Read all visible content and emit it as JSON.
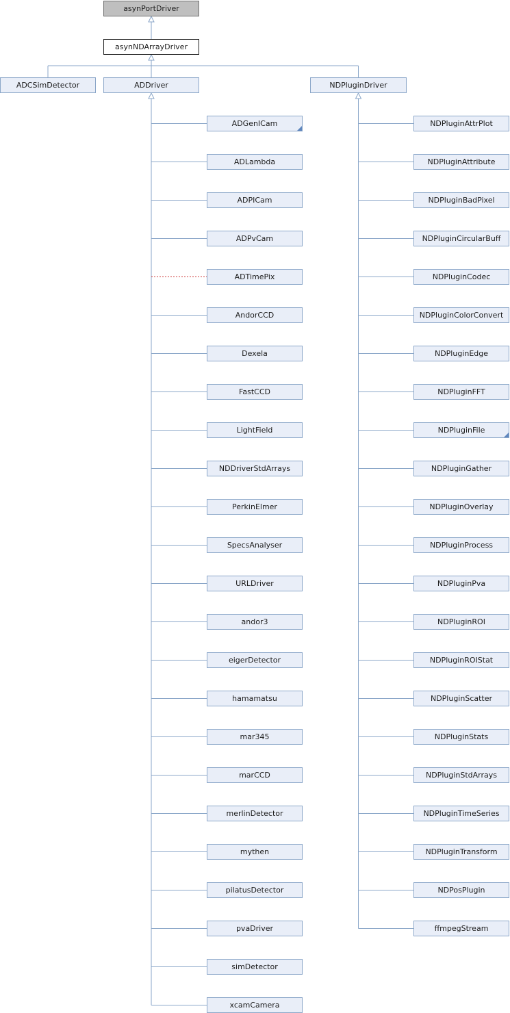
{
  "diagram": {
    "title": "",
    "colors": {
      "edge": "#8aa6c8",
      "dashed_edge": "#cc3333"
    },
    "nodes": [
      {
        "id": "asynPortDriver",
        "label": "asynPortDriver",
        "style": "root"
      },
      {
        "id": "asynNDArrayDriver",
        "label": "asynNDArrayDriver",
        "style": "self"
      },
      {
        "id": "ADCSimDetector",
        "label": "ADCSimDetector",
        "style": "normal"
      },
      {
        "id": "ADDriver",
        "label": "ADDriver",
        "style": "normal"
      },
      {
        "id": "NDPluginDriver",
        "label": "NDPluginDriver",
        "style": "normal"
      },
      {
        "id": "ADGenICam",
        "label": "ADGenICam",
        "style": "normal",
        "has_more": true
      },
      {
        "id": "ADLambda",
        "label": "ADLambda",
        "style": "normal"
      },
      {
        "id": "ADPICam",
        "label": "ADPICam",
        "style": "normal"
      },
      {
        "id": "ADPvCam",
        "label": "ADPvCam",
        "style": "normal"
      },
      {
        "id": "ADTimePix",
        "label": "ADTimePix",
        "style": "normal"
      },
      {
        "id": "AndorCCD",
        "label": "AndorCCD",
        "style": "normal"
      },
      {
        "id": "Dexela",
        "label": "Dexela",
        "style": "normal"
      },
      {
        "id": "FastCCD",
        "label": "FastCCD",
        "style": "normal"
      },
      {
        "id": "LightField",
        "label": "LightField",
        "style": "normal"
      },
      {
        "id": "NDDriverStdArrays",
        "label": "NDDriverStdArrays",
        "style": "normal"
      },
      {
        "id": "PerkinElmer",
        "label": "PerkinElmer",
        "style": "normal"
      },
      {
        "id": "SpecsAnalyser",
        "label": "SpecsAnalyser",
        "style": "normal"
      },
      {
        "id": "URLDriver",
        "label": "URLDriver",
        "style": "normal"
      },
      {
        "id": "andor3",
        "label": "andor3",
        "style": "normal"
      },
      {
        "id": "eigerDetector",
        "label": "eigerDetector",
        "style": "normal"
      },
      {
        "id": "hamamatsu",
        "label": "hamamatsu",
        "style": "normal"
      },
      {
        "id": "mar345",
        "label": "mar345",
        "style": "normal"
      },
      {
        "id": "marCCD",
        "label": "marCCD",
        "style": "normal"
      },
      {
        "id": "merlinDetector",
        "label": "merlinDetector",
        "style": "normal"
      },
      {
        "id": "mythen",
        "label": "mythen",
        "style": "normal"
      },
      {
        "id": "pilatusDetector",
        "label": "pilatusDetector",
        "style": "normal"
      },
      {
        "id": "pvaDriver",
        "label": "pvaDriver",
        "style": "normal"
      },
      {
        "id": "simDetector",
        "label": "simDetector",
        "style": "normal"
      },
      {
        "id": "xcamCamera",
        "label": "xcamCamera",
        "style": "normal"
      },
      {
        "id": "NDPluginAttrPlot",
        "label": "NDPluginAttrPlot",
        "style": "normal"
      },
      {
        "id": "NDPluginAttribute",
        "label": "NDPluginAttribute",
        "style": "normal"
      },
      {
        "id": "NDPluginBadPixel",
        "label": "NDPluginBadPixel",
        "style": "normal"
      },
      {
        "id": "NDPluginCircularBuff",
        "label": "NDPluginCircularBuff",
        "style": "normal"
      },
      {
        "id": "NDPluginCodec",
        "label": "NDPluginCodec",
        "style": "normal"
      },
      {
        "id": "NDPluginColorConvert",
        "label": "NDPluginColorConvert",
        "style": "normal"
      },
      {
        "id": "NDPluginEdge",
        "label": "NDPluginEdge",
        "style": "normal"
      },
      {
        "id": "NDPluginFFT",
        "label": "NDPluginFFT",
        "style": "normal"
      },
      {
        "id": "NDPluginFile",
        "label": "NDPluginFile",
        "style": "normal",
        "has_more": true
      },
      {
        "id": "NDPluginGather",
        "label": "NDPluginGather",
        "style": "normal"
      },
      {
        "id": "NDPluginOverlay",
        "label": "NDPluginOverlay",
        "style": "normal"
      },
      {
        "id": "NDPluginProcess",
        "label": "NDPluginProcess",
        "style": "normal"
      },
      {
        "id": "NDPluginPva",
        "label": "NDPluginPva",
        "style": "normal"
      },
      {
        "id": "NDPluginROI",
        "label": "NDPluginROI",
        "style": "normal"
      },
      {
        "id": "NDPluginROIStat",
        "label": "NDPluginROIStat",
        "style": "normal"
      },
      {
        "id": "NDPluginScatter",
        "label": "NDPluginScatter",
        "style": "normal"
      },
      {
        "id": "NDPluginStats",
        "label": "NDPluginStats",
        "style": "normal"
      },
      {
        "id": "NDPluginStdArrays",
        "label": "NDPluginStdArrays",
        "style": "normal"
      },
      {
        "id": "NDPluginTimeSeries",
        "label": "NDPluginTimeSeries",
        "style": "normal"
      },
      {
        "id": "NDPluginTransform",
        "label": "NDPluginTransform",
        "style": "normal"
      },
      {
        "id": "NDPosPlugin",
        "label": "NDPosPlugin",
        "style": "normal"
      },
      {
        "id": "ffmpegStream",
        "label": "ffmpegStream",
        "style": "normal"
      }
    ],
    "edges": [
      {
        "from": "asynNDArrayDriver",
        "to": "asynPortDriver",
        "dashed": false
      },
      {
        "from": "ADCSimDetector",
        "to": "asynNDArrayDriver",
        "dashed": false
      },
      {
        "from": "ADDriver",
        "to": "asynNDArrayDriver",
        "dashed": false
      },
      {
        "from": "NDPluginDriver",
        "to": "asynNDArrayDriver",
        "dashed": false
      },
      {
        "from": "ADGenICam",
        "to": "ADDriver",
        "dashed": false
      },
      {
        "from": "ADLambda",
        "to": "ADDriver",
        "dashed": false
      },
      {
        "from": "ADPICam",
        "to": "ADDriver",
        "dashed": false
      },
      {
        "from": "ADPvCam",
        "to": "ADDriver",
        "dashed": false
      },
      {
        "from": "ADTimePix",
        "to": "ADDriver",
        "dashed": true
      },
      {
        "from": "AndorCCD",
        "to": "ADDriver",
        "dashed": false
      },
      {
        "from": "Dexela",
        "to": "ADDriver",
        "dashed": false
      },
      {
        "from": "FastCCD",
        "to": "ADDriver",
        "dashed": false
      },
      {
        "from": "LightField",
        "to": "ADDriver",
        "dashed": false
      },
      {
        "from": "NDDriverStdArrays",
        "to": "ADDriver",
        "dashed": false
      },
      {
        "from": "PerkinElmer",
        "to": "ADDriver",
        "dashed": false
      },
      {
        "from": "SpecsAnalyser",
        "to": "ADDriver",
        "dashed": false
      },
      {
        "from": "URLDriver",
        "to": "ADDriver",
        "dashed": false
      },
      {
        "from": "andor3",
        "to": "ADDriver",
        "dashed": false
      },
      {
        "from": "eigerDetector",
        "to": "ADDriver",
        "dashed": false
      },
      {
        "from": "hamamatsu",
        "to": "ADDriver",
        "dashed": false
      },
      {
        "from": "mar345",
        "to": "ADDriver",
        "dashed": false
      },
      {
        "from": "marCCD",
        "to": "ADDriver",
        "dashed": false
      },
      {
        "from": "merlinDetector",
        "to": "ADDriver",
        "dashed": false
      },
      {
        "from": "mythen",
        "to": "ADDriver",
        "dashed": false
      },
      {
        "from": "pilatusDetector",
        "to": "ADDriver",
        "dashed": false
      },
      {
        "from": "pvaDriver",
        "to": "ADDriver",
        "dashed": false
      },
      {
        "from": "simDetector",
        "to": "ADDriver",
        "dashed": false
      },
      {
        "from": "xcamCamera",
        "to": "ADDriver",
        "dashed": false
      },
      {
        "from": "NDPluginAttrPlot",
        "to": "NDPluginDriver",
        "dashed": false
      },
      {
        "from": "NDPluginAttribute",
        "to": "NDPluginDriver",
        "dashed": false
      },
      {
        "from": "NDPluginBadPixel",
        "to": "NDPluginDriver",
        "dashed": false
      },
      {
        "from": "NDPluginCircularBuff",
        "to": "NDPluginDriver",
        "dashed": false
      },
      {
        "from": "NDPluginCodec",
        "to": "NDPluginDriver",
        "dashed": false
      },
      {
        "from": "NDPluginColorConvert",
        "to": "NDPluginDriver",
        "dashed": false
      },
      {
        "from": "NDPluginEdge",
        "to": "NDPluginDriver",
        "dashed": false
      },
      {
        "from": "NDPluginFFT",
        "to": "NDPluginDriver",
        "dashed": false
      },
      {
        "from": "NDPluginFile",
        "to": "NDPluginDriver",
        "dashed": false
      },
      {
        "from": "NDPluginGather",
        "to": "NDPluginDriver",
        "dashed": false
      },
      {
        "from": "NDPluginOverlay",
        "to": "NDPluginDriver",
        "dashed": false
      },
      {
        "from": "NDPluginProcess",
        "to": "NDPluginDriver",
        "dashed": false
      },
      {
        "from": "NDPluginPva",
        "to": "NDPluginDriver",
        "dashed": false
      },
      {
        "from": "NDPluginROI",
        "to": "NDPluginDriver",
        "dashed": false
      },
      {
        "from": "NDPluginROIStat",
        "to": "NDPluginDriver",
        "dashed": false
      },
      {
        "from": "NDPluginScatter",
        "to": "NDPluginDriver",
        "dashed": false
      },
      {
        "from": "NDPluginStats",
        "to": "NDPluginDriver",
        "dashed": false
      },
      {
        "from": "NDPluginStdArrays",
        "to": "NDPluginDriver",
        "dashed": false
      },
      {
        "from": "NDPluginTimeSeries",
        "to": "NDPluginDriver",
        "dashed": false
      },
      {
        "from": "NDPluginTransform",
        "to": "NDPluginDriver",
        "dashed": false
      },
      {
        "from": "NDPosPlugin",
        "to": "NDPluginDriver",
        "dashed": false
      },
      {
        "from": "ffmpegStream",
        "to": "NDPluginDriver",
        "dashed": false
      }
    ]
  }
}
